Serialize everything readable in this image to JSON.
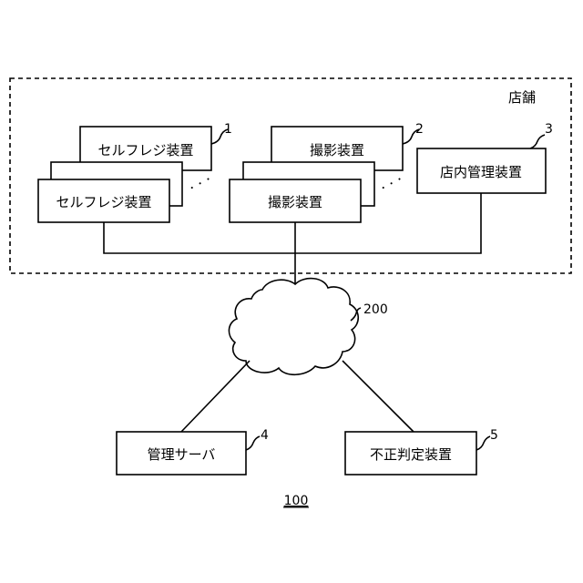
{
  "store": {
    "label": "店舗"
  },
  "self_register": {
    "label_back": "セルフレジ装置",
    "label_front": "セルフレジ装置",
    "ref": "1"
  },
  "camera": {
    "label_back": "撮影装置",
    "label_front": "撮影装置",
    "ref": "2"
  },
  "store_manager": {
    "label": "店内管理装置",
    "ref": "3"
  },
  "network": {
    "ref": "200"
  },
  "management_server": {
    "label": "管理サーバ",
    "ref": "4"
  },
  "fraud_judge": {
    "label": "不正判定装置",
    "ref": "5"
  },
  "system": {
    "ref": "100"
  },
  "ellipsis": "・・・"
}
